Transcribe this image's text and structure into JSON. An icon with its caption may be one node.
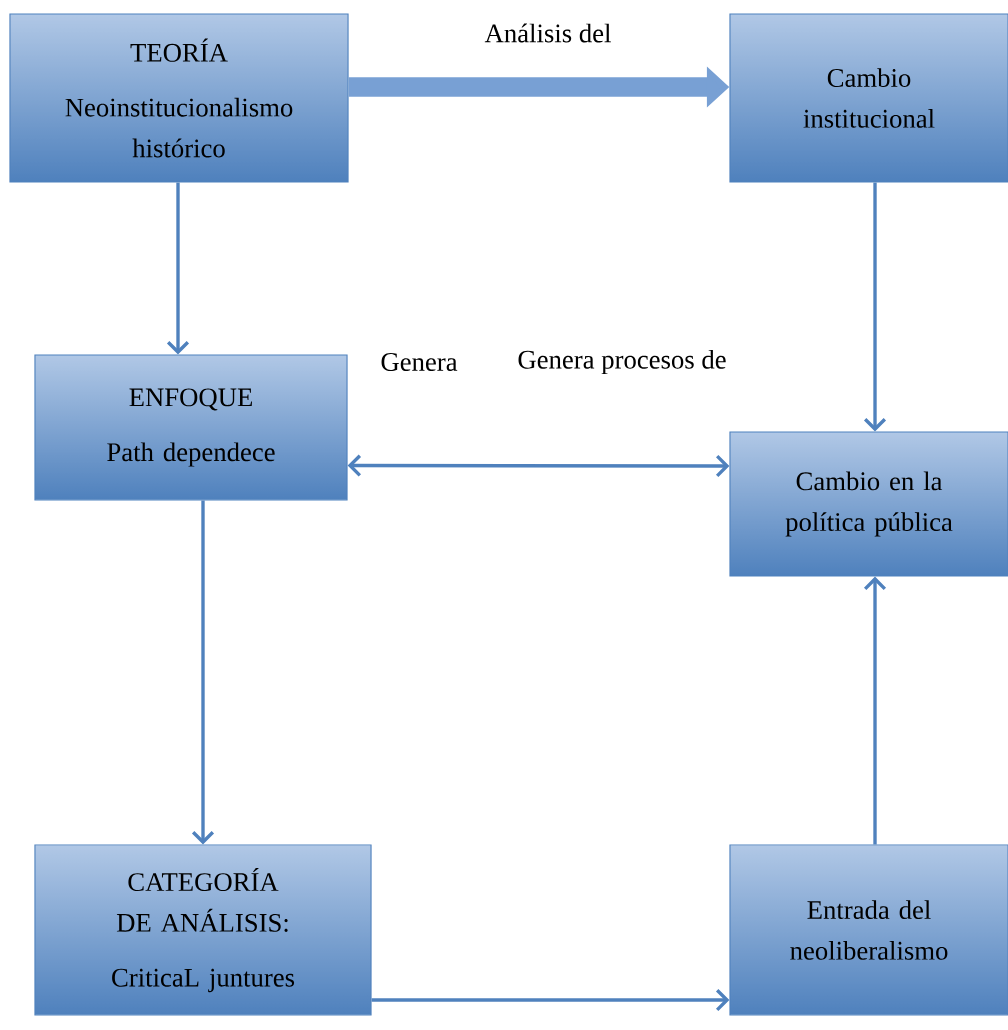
{
  "diagram": {
    "nodes": [
      {
        "text": [
          "TEORÍA",
          "Neoinstitucionalismo histórico"
        ]
      },
      {
        "text": [
          "Cambio institucional"
        ]
      },
      {
        "text": [
          "ENFOQUE",
          "Path dependece"
        ]
      },
      {
        "text": [
          "Cambio en la política pública"
        ]
      },
      {
        "text": [
          "CATEGORÍA DE ANÁLISIS:",
          "CriticaL juntures"
        ]
      },
      {
        "text": [
          "Entrada del neoliberalismo"
        ]
      }
    ],
    "edges": [
      {
        "from": 0,
        "to": 1,
        "arrow": "to",
        "label": "Análisis del",
        "style": "thick"
      },
      {
        "from": 0,
        "to": 2,
        "arrow": "to"
      },
      {
        "from": 1,
        "to": 3,
        "arrow": "to"
      },
      {
        "from": 2,
        "to": 3,
        "arrow": "both"
      },
      {
        "from": 2,
        "to": 4,
        "arrow": "to"
      },
      {
        "from": 4,
        "to": 5,
        "arrow": "to"
      },
      {
        "from": 5,
        "to": 3,
        "arrow": "to"
      }
    ],
    "labels": [
      "Genera",
      "Genera procesos de"
    ]
  }
}
